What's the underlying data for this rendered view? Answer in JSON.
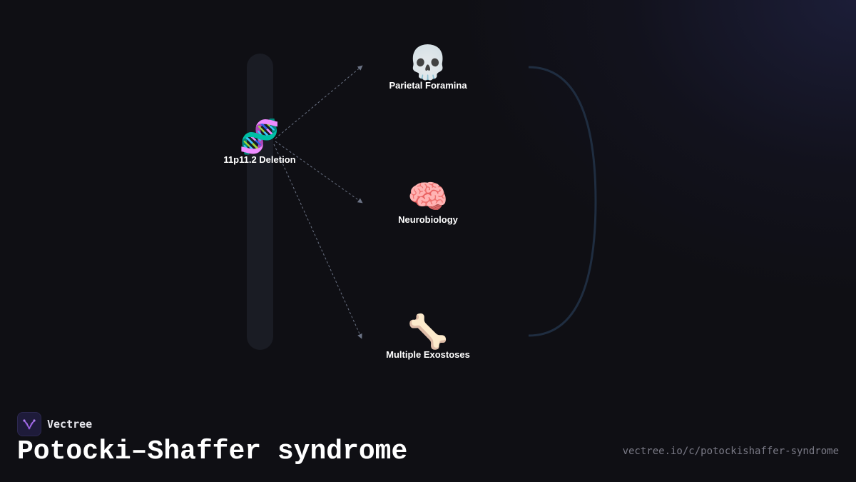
{
  "brand": {
    "name": "Vectree",
    "logo_color": "#8a4fd6"
  },
  "title": "Potocki–Shaffer syndrome",
  "source_url": "vectree.io/c/potockishaffer-syndrome",
  "colors": {
    "background": "#0f0f14",
    "column_band": "#1a1c24",
    "connector": "#6b7385",
    "bracket": "#1f2d40",
    "label": "#ffffff"
  },
  "diagram": {
    "root": {
      "id": "deletion",
      "emoji": "🧬",
      "icon": "dna-icon",
      "label": "11p11.2 Deletion"
    },
    "children": [
      {
        "id": "parietal",
        "emoji": "💀",
        "icon": "skull-icon",
        "label": "Parietal Foramina"
      },
      {
        "id": "neuro",
        "emoji": "🧠",
        "icon": "brain-icon",
        "label": "Neurobiology"
      },
      {
        "id": "exostoses",
        "emoji": "🦴",
        "icon": "bone-icon",
        "label": "Multiple Exostoses"
      }
    ],
    "edges": [
      {
        "from": "deletion",
        "to": "parietal",
        "style": "dashed",
        "arrow": true
      },
      {
        "from": "deletion",
        "to": "neuro",
        "style": "dashed",
        "arrow": true
      },
      {
        "from": "deletion",
        "to": "exostoses",
        "style": "dashed",
        "arrow": true
      }
    ],
    "grouping": "bracket"
  }
}
